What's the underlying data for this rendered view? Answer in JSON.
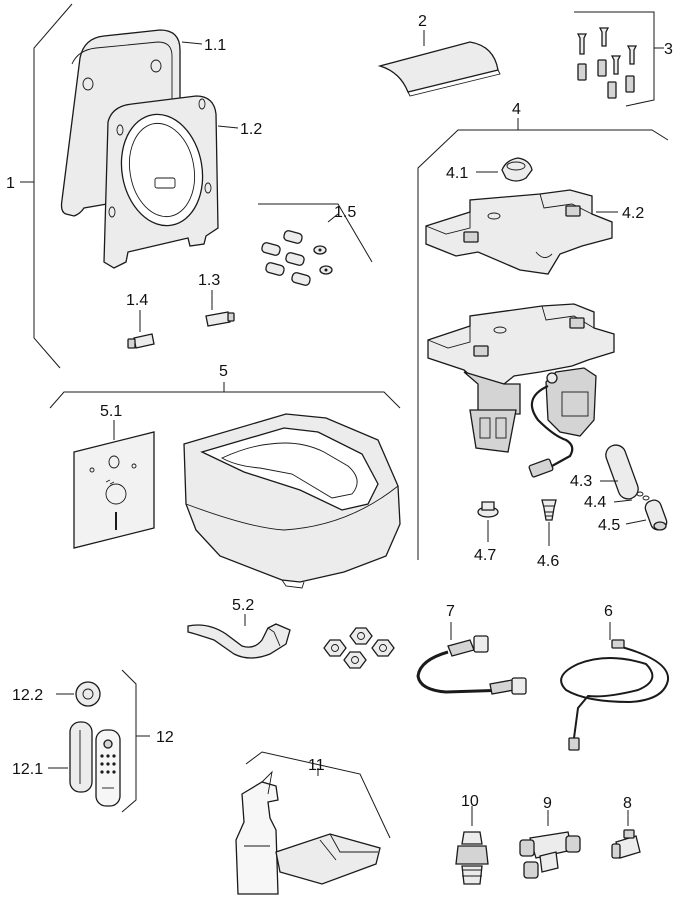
{
  "callouts": {
    "c1": "1",
    "c1_1": "1.1",
    "c1_2": "1.2",
    "c1_3": "1.3",
    "c1_4": "1.4",
    "c1_5": "1.5",
    "c2": "2",
    "c3": "3",
    "c4": "4",
    "c4_1": "4.1",
    "c4_2": "4.2",
    "c4_3": "4.3",
    "c4_4": "4.4",
    "c4_5": "4.5",
    "c4_6": "4.6",
    "c4_7": "4.7",
    "c5": "5",
    "c5_1": "5.1",
    "c5_2": "5.2",
    "c6": "6",
    "c7": "7",
    "c8": "8",
    "c9": "9",
    "c10": "10",
    "c11": "11",
    "c12": "12",
    "c12_1": "12.1",
    "c12_2": "12.2"
  }
}
